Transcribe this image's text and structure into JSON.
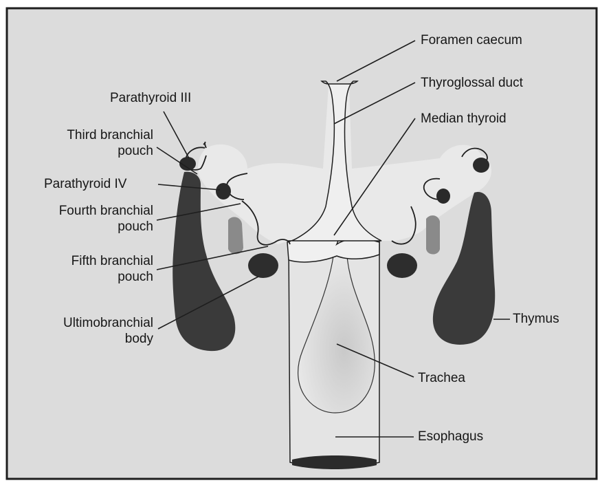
{
  "colors": {
    "background": "#dcdcdc",
    "dark_tissue": "#3a3a3a",
    "light_tissue": "#e9e9e9",
    "outline": "#1e1e1e",
    "pouch_shading": "#8a8a8a"
  },
  "labels": {
    "parathyroid_iii": "Parathyroid III",
    "third_pouch_line1": "Third branchial",
    "third_pouch_line2": "pouch",
    "parathyroid_iv": "Parathyroid IV",
    "fourth_pouch_line1": "Fourth branchial",
    "fourth_pouch_line2": "pouch",
    "fifth_pouch_line1": "Fifth branchial",
    "fifth_pouch_line2": "pouch",
    "ultimobranchial_line1": "Ultimobranchial",
    "ultimobranchial_line2": "body",
    "foramen_caecum": "Foramen caecum",
    "thyroglossal_duct": "Thyroglossal duct",
    "median_thyroid": "Median thyroid",
    "thymus": "Thymus",
    "trachea": "Trachea",
    "esophagus": "Esophagus"
  }
}
